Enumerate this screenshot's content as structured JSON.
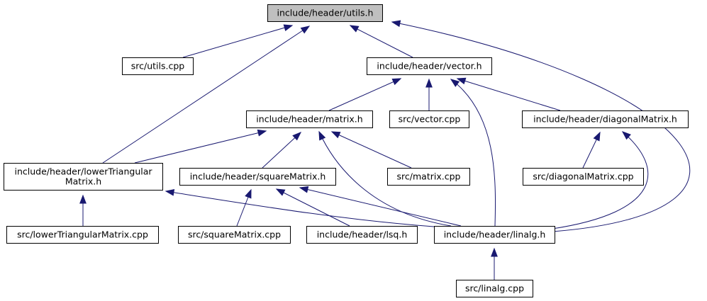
{
  "diagram": {
    "nodes": [
      {
        "id": "utils_h",
        "lines": [
          "include/header/utils.h"
        ],
        "root": true
      },
      {
        "id": "utils_cpp",
        "lines": [
          "src/utils.cpp"
        ]
      },
      {
        "id": "vector_h",
        "lines": [
          "include/header/vector.h"
        ]
      },
      {
        "id": "matrix_h",
        "lines": [
          "include/header/matrix.h"
        ]
      },
      {
        "id": "vector_cpp",
        "lines": [
          "src/vector.cpp"
        ]
      },
      {
        "id": "diagonal_h",
        "lines": [
          "include/header/diagonalMatrix.h"
        ]
      },
      {
        "id": "lowertri_h",
        "lines": [
          "include/header/lowerTriangular",
          "Matrix.h"
        ]
      },
      {
        "id": "square_h",
        "lines": [
          "include/header/squareMatrix.h"
        ]
      },
      {
        "id": "matrix_cpp",
        "lines": [
          "src/matrix.cpp"
        ]
      },
      {
        "id": "diagonal_cpp",
        "lines": [
          "src/diagonalMatrix.cpp"
        ]
      },
      {
        "id": "lowertri_cpp",
        "lines": [
          "src/lowerTriangularMatrix.cpp"
        ]
      },
      {
        "id": "square_cpp",
        "lines": [
          "src/squareMatrix.cpp"
        ]
      },
      {
        "id": "lsq_h",
        "lines": [
          "include/header/lsq.h"
        ]
      },
      {
        "id": "linalg_h",
        "lines": [
          "include/header/linalg.h"
        ]
      },
      {
        "id": "linalg_cpp",
        "lines": [
          "src/linalg.cpp"
        ]
      }
    ],
    "edges": [
      {
        "from": "utils_cpp",
        "to": "utils_h"
      },
      {
        "from": "vector_h",
        "to": "utils_h"
      },
      {
        "from": "lowertri_h",
        "to": "utils_h"
      },
      {
        "from": "linalg_h",
        "to": "utils_h"
      },
      {
        "from": "matrix_h",
        "to": "vector_h"
      },
      {
        "from": "vector_cpp",
        "to": "vector_h"
      },
      {
        "from": "diagonal_h",
        "to": "vector_h"
      },
      {
        "from": "linalg_h",
        "to": "vector_h"
      },
      {
        "from": "lowertri_h",
        "to": "matrix_h"
      },
      {
        "from": "square_h",
        "to": "matrix_h"
      },
      {
        "from": "matrix_cpp",
        "to": "matrix_h"
      },
      {
        "from": "linalg_h",
        "to": "matrix_h"
      },
      {
        "from": "diagonal_cpp",
        "to": "diagonal_h"
      },
      {
        "from": "linalg_h",
        "to": "diagonal_h"
      },
      {
        "from": "lowertri_cpp",
        "to": "lowertri_h"
      },
      {
        "from": "linalg_h",
        "to": "lowertri_h"
      },
      {
        "from": "square_cpp",
        "to": "square_h"
      },
      {
        "from": "lsq_h",
        "to": "square_h"
      },
      {
        "from": "linalg_h",
        "to": "square_h"
      },
      {
        "from": "linalg_cpp",
        "to": "linalg_h"
      }
    ],
    "colors": {
      "edge": "#191970",
      "root_fill": "#bfbfbf",
      "node_fill": "#ffffff",
      "node_border": "#000000"
    }
  }
}
